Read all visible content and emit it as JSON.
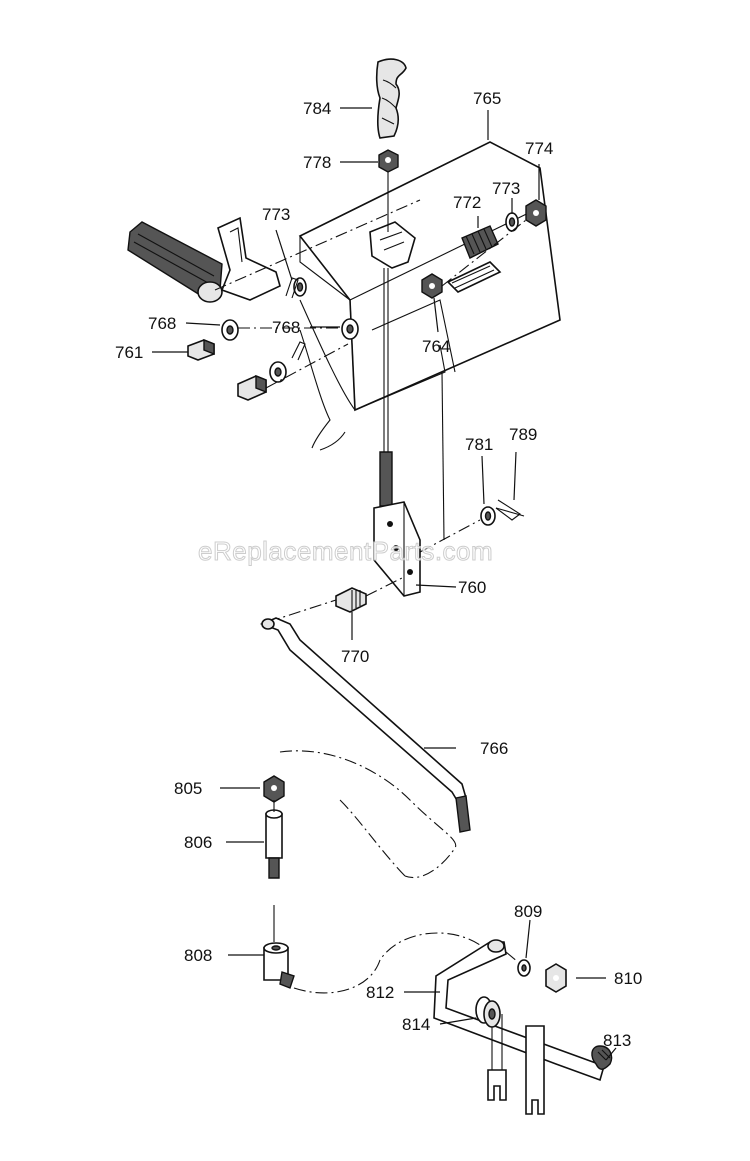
{
  "watermark": "eReplacementParts.com",
  "callouts": {
    "p784": "784",
    "p765": "765",
    "p778": "778",
    "p774": "774",
    "p773a": "773",
    "p773b": "773",
    "p772": "772",
    "p768a": "768",
    "p768b": "768",
    "p761": "761",
    "p764": "764",
    "p781": "781",
    "p789": "789",
    "p760": "760",
    "p770": "770",
    "p766": "766",
    "p805": "805",
    "p806": "806",
    "p808": "808",
    "p809": "809",
    "p810": "810",
    "p812": "812",
    "p814": "814",
    "p813": "813"
  }
}
